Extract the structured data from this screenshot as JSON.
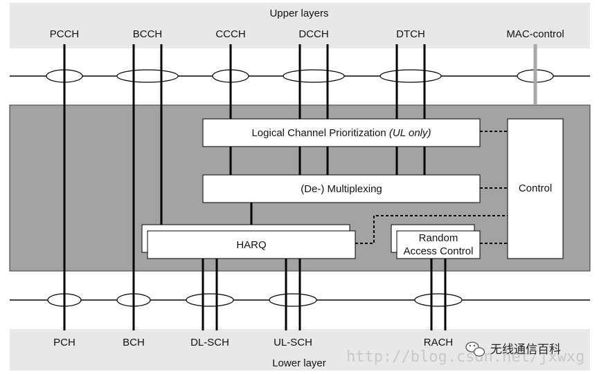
{
  "upper_label": "Upper layers",
  "lower_label": "Lower layer",
  "upper_channels": [
    "PCCH",
    "BCCH",
    "CCCH",
    "DCCH",
    "DTCH",
    "MAC-control"
  ],
  "lower_channels": [
    "PCH",
    "BCH",
    "DL-SCH",
    "UL-SCH",
    "RACH"
  ],
  "boxes": {
    "lcp_main": "Logical Channel Prioritization ",
    "lcp_note": "(UL only)",
    "multiplexing": "(De-) Multiplexing",
    "harq": "HARQ",
    "random_access_line1": "Random",
    "random_access_line2": "Access Control",
    "control": "Control"
  },
  "watermark": {
    "url": "http://blog.csdn.net/jxwxg",
    "brand": "无线通信百科"
  },
  "colors": {
    "band": "#e8e8e8",
    "mac_region": "#a3a3a3",
    "box": "#ffffff",
    "line": "#000000",
    "control_line": "#a8a8a8"
  }
}
